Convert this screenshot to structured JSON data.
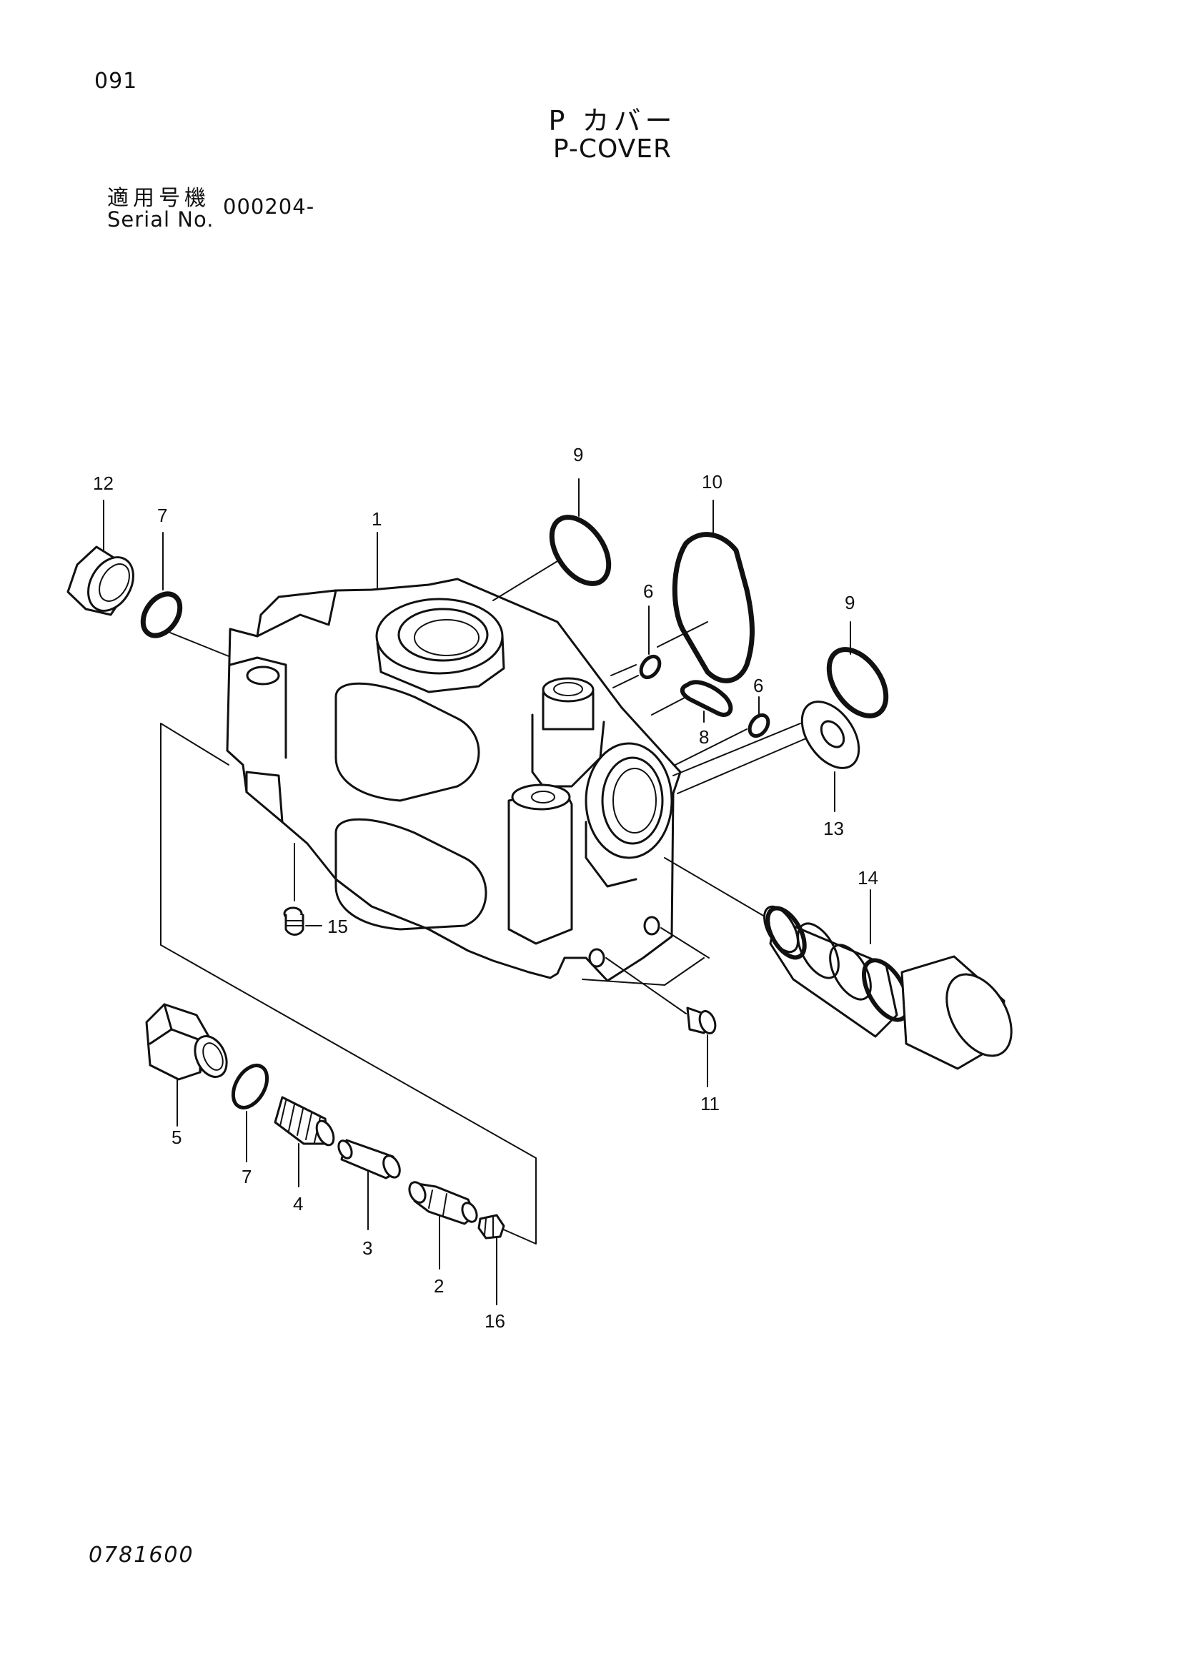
{
  "header": {
    "page_number": "091",
    "title_jp": "P カバー",
    "title_en": "P-COVER",
    "serial_label_jp": "適用号機",
    "serial_label_en": "Serial No.",
    "serial_value": "000204-"
  },
  "footer": {
    "doc_code": "0781600"
  },
  "diagram": {
    "callouts": {
      "c1": "1",
      "c2": "2",
      "c3": "3",
      "c4": "4",
      "c5": "5",
      "c6a": "6",
      "c6b": "6",
      "c7a": "7",
      "c7b": "7",
      "c8": "8",
      "c9a": "9",
      "c9b": "9",
      "c10": "10",
      "c11": "11",
      "c12": "12",
      "c13": "13",
      "c14": "14",
      "c15": "15",
      "c16": "16"
    }
  }
}
